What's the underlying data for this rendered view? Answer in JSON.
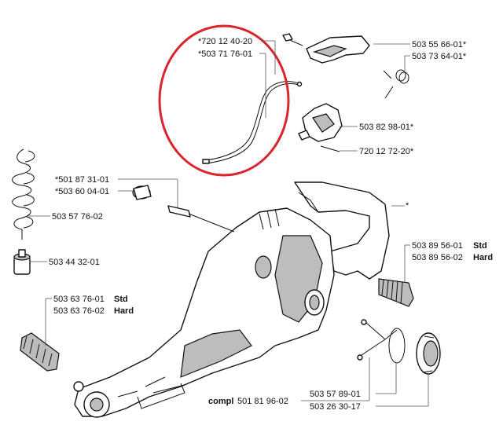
{
  "labels": {
    "l1": "*720 12 40-20",
    "l2": "*503 71 76-01",
    "l3": "503 55 66-01*",
    "l4": "503 73 64-01*",
    "l5": "503 82 98-01*",
    "l6": "720 12 72-20*",
    "l7": "*501 87 31-01",
    "l8": "*503 60 04-01",
    "l9": "503 57 76-02",
    "l10": "503 44 32-01",
    "l11": "*",
    "l12a": "503 89 56-01",
    "l12b": "Std",
    "l13a": "503 89 56-02",
    "l13b": "Hard",
    "l14a": "503 63 76-01",
    "l14b": "Std",
    "l15a": "503 63 76-02",
    "l15b": "Hard",
    "l16a": "compl",
    "l16b": "501 81 96-02",
    "l17": "503 57 89-01",
    "l18": "503 26 30-17"
  },
  "highlight": {
    "color": "#d9262b"
  }
}
